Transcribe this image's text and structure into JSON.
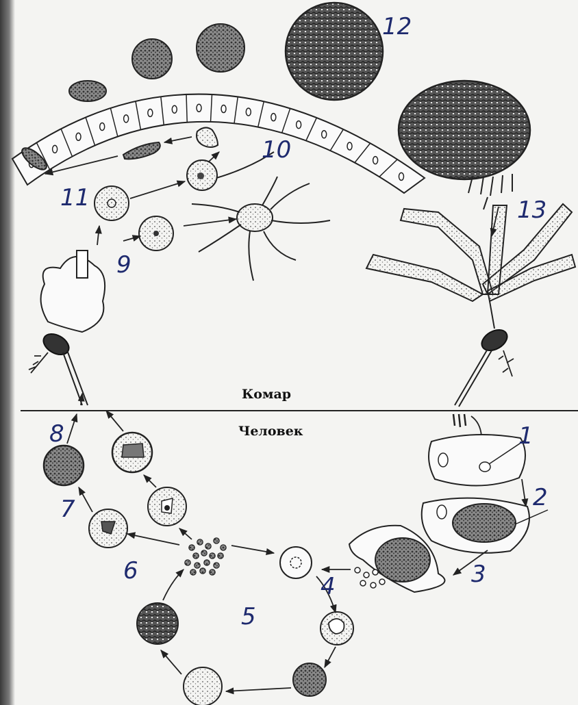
{
  "hosts": {
    "mosquito": "Комар",
    "human": "Человек"
  },
  "stage_numbers": [
    "1",
    "2",
    "3",
    "4",
    "5",
    "6",
    "7",
    "8",
    "9",
    "10",
    "11",
    "12",
    "13"
  ]
}
